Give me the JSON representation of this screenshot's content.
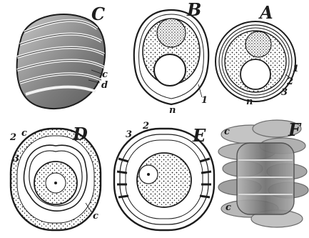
{
  "panels": [
    {
      "id": "C",
      "letter": "C",
      "labels": [
        "c",
        "d"
      ]
    },
    {
      "id": "B",
      "letter": "B",
      "labels": [
        "1",
        "n"
      ]
    },
    {
      "id": "A",
      "letter": "A",
      "labels": [
        "1",
        "2",
        "3",
        "n"
      ]
    },
    {
      "id": "D",
      "letter": "D",
      "labels": [
        "2",
        "c",
        "3",
        "c"
      ]
    },
    {
      "id": "E",
      "letter": "E",
      "labels": [
        "2",
        "3"
      ]
    },
    {
      "id": "F",
      "letter": "F",
      "labels": [
        "c",
        "c"
      ]
    }
  ],
  "colors": {
    "ink": "#1c1c1c",
    "paper": "#ffffff",
    "gray": "#8c8c8c"
  }
}
